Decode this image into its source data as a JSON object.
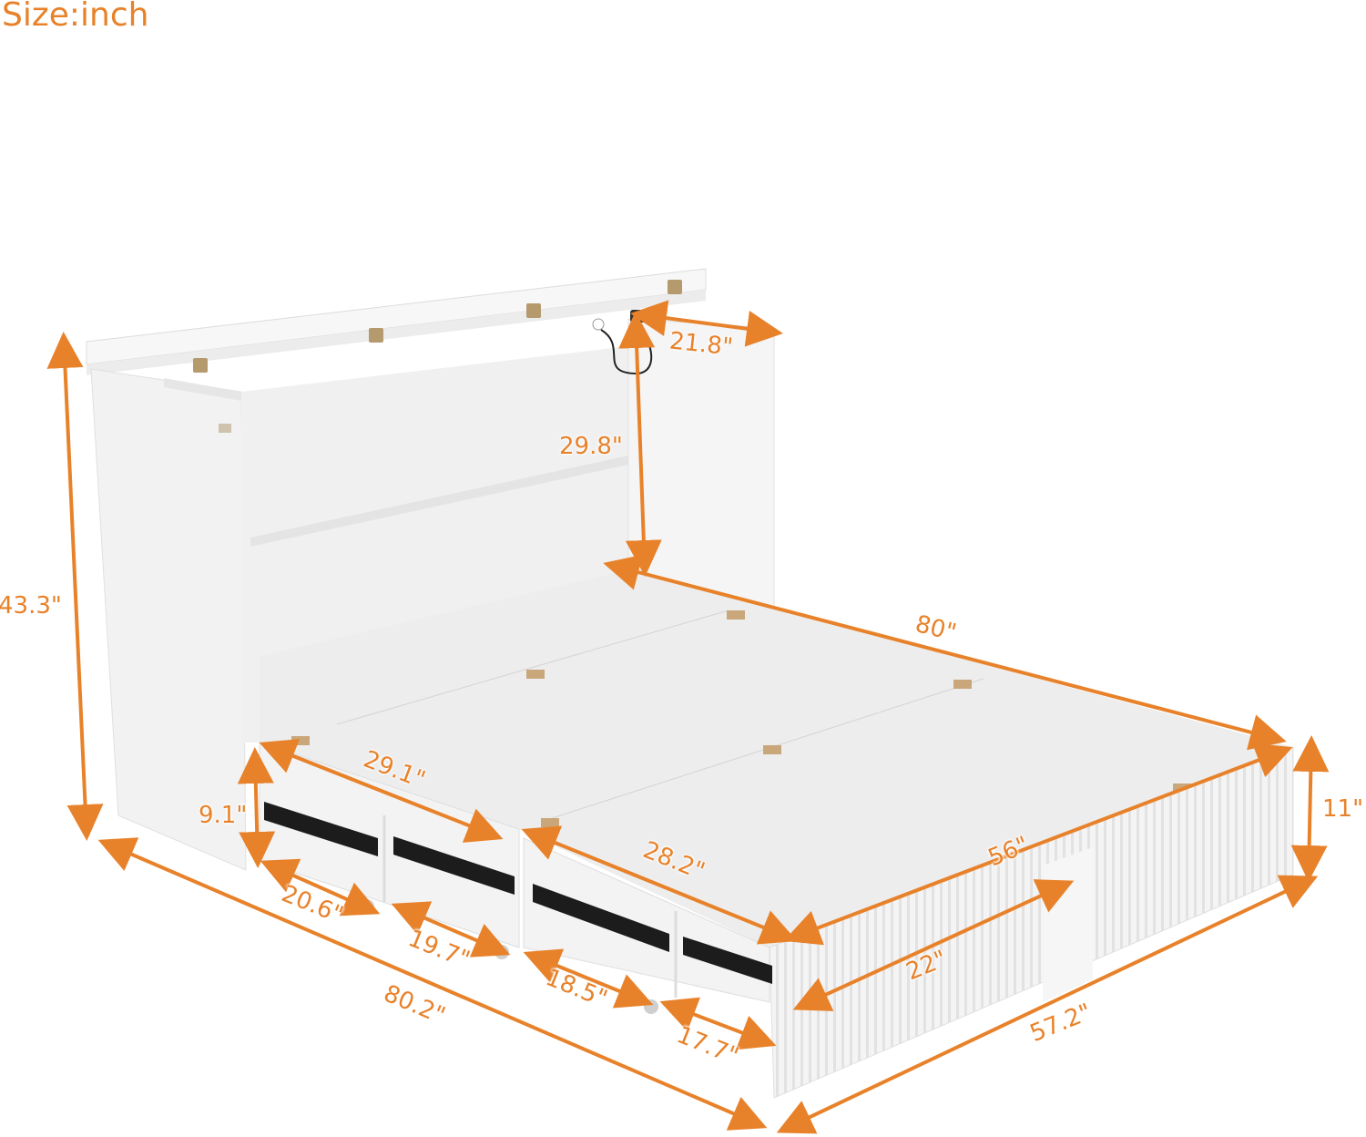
{
  "unit_label": "Size:inch",
  "accent_color": "#e8822a",
  "product": "Murphy cabinet bed with drawers (open position)",
  "dimensions": {
    "overall_height": "43.3\"",
    "headboard_height_above_platform": "29.8\"",
    "cabinet_depth": "21.8\"",
    "platform_length": "80\"",
    "platform_width": "56\"",
    "base_height": "11\"",
    "drawer_height": "9.1\"",
    "drawer_1_depth": "29.1\"",
    "drawer_2_depth": "28.2\"",
    "drawer_1_width": "20.6\"",
    "drawer_2_width": "19.7\"",
    "drawer_3_width": "18.5\"",
    "drawer_4_width": "17.7\"",
    "footboard_depth": "22\"",
    "overall_length": "80.2\"",
    "overall_width": "57.2\""
  }
}
